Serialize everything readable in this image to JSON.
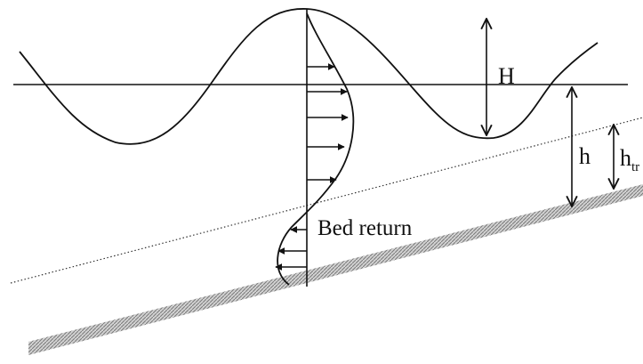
{
  "labels": {
    "wave_height": "H",
    "water_depth": "h",
    "trough_depth_main": "h",
    "trough_depth_sub": "tr",
    "undertow": "Bed return"
  },
  "colors": {
    "ink": "#111111",
    "seabed_hatch": "#8c8c8c",
    "background": "#ffffff"
  }
}
